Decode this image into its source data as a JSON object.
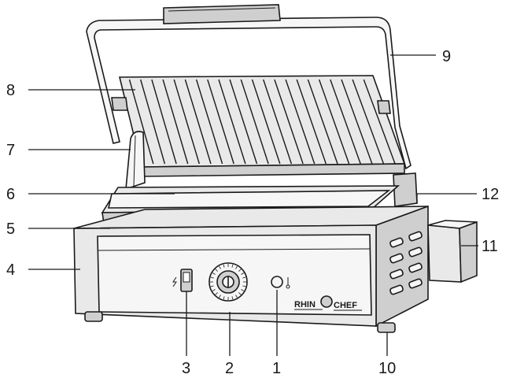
{
  "callouts": {
    "c1": "1",
    "c2": "2",
    "c3": "3",
    "c4": "4",
    "c5": "5",
    "c6": "6",
    "c7": "7",
    "c8": "8",
    "c9": "9",
    "c10": "10",
    "c11": "11",
    "c12": "12"
  },
  "brand": {
    "left": "RHIN",
    "right": "CHEF"
  },
  "colors": {
    "outline": "#1a1a1a",
    "body": "#e9e9e9",
    "shade": "#cfcfcf"
  }
}
